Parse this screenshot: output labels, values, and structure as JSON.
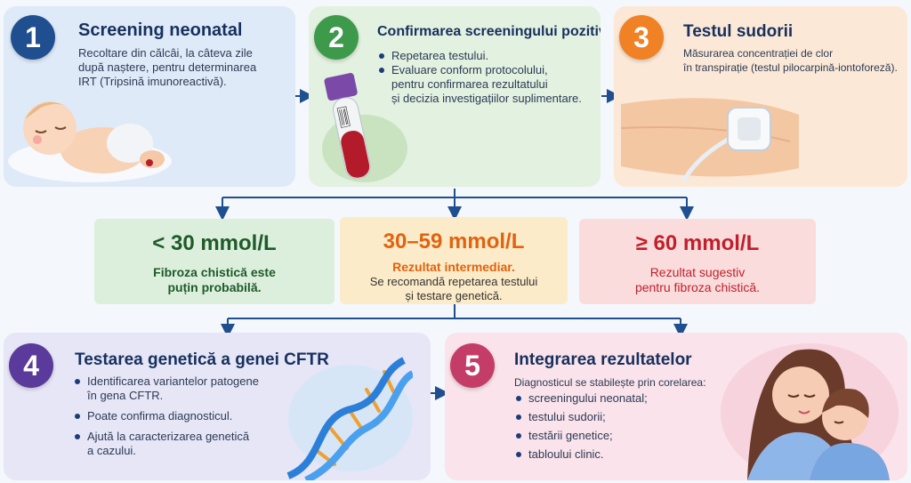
{
  "colors": {
    "step1": "#1f4f8f",
    "step2": "#3d9a4a",
    "step3": "#f08124",
    "step4": "#5a3a9a",
    "step5": "#c43d68",
    "arrow": "#1f4f8f"
  },
  "step1": {
    "number": "1",
    "title": "Screening neonatal",
    "lines": [
      "Recoltare din călcâi, la câteva zile",
      "după naștere, pentru determinarea",
      "IRT (Tripsină imunoreactivă)."
    ]
  },
  "step2": {
    "number": "2",
    "title": "Confirmarea screeningului pozitiv",
    "items": [
      "Repetarea testului.",
      "Evaluare conform protocolului,"
    ],
    "extra": [
      "pentru confirmarea rezultatului",
      "și decizia investigațiilor suplimentare."
    ]
  },
  "step3": {
    "number": "3",
    "title": "Testul sudorii",
    "lines": [
      "Măsurarea concentrației de clor",
      "în transpirație (testul pilocarpină-iontoforeză)."
    ]
  },
  "results": [
    {
      "value": "< 30 mmol/L",
      "lines": [
        "Fibroza chistică este",
        "puțin probabilă."
      ]
    },
    {
      "value": "30–59 mmol/L",
      "lines": [
        "Rezultat intermediar."
      ],
      "sub": [
        "Se recomandă repetarea testului",
        "și testare genetică."
      ]
    },
    {
      "value": "≥ 60 mmol/L",
      "lines": [
        "Rezultat sugestiv",
        "pentru fibroza chistică."
      ]
    }
  ],
  "step4": {
    "number": "4",
    "title": "Testarea genetică a genei CFTR",
    "items": [
      [
        "Identificarea variantelor patogene",
        "în gena CFTR."
      ],
      [
        "Poate confirma diagnosticul."
      ],
      [
        "Ajută la caracterizarea genetică",
        "a cazului."
      ]
    ]
  },
  "step5": {
    "number": "5",
    "title": "Integrarea rezultatelor",
    "intro": "Diagnosticul se stabilește prin corelarea:",
    "items": [
      "screeningului neonatal;",
      "testului sudorii;",
      "testării genetice;",
      "tabloului clinic."
    ]
  },
  "icons": [
    "baby-illustration",
    "blood-tube-icon",
    "sweat-test-patch-icon",
    "dna-helix-icon",
    "mother-child-illustration",
    "arrow-right-icon",
    "arrow-down-icon"
  ]
}
